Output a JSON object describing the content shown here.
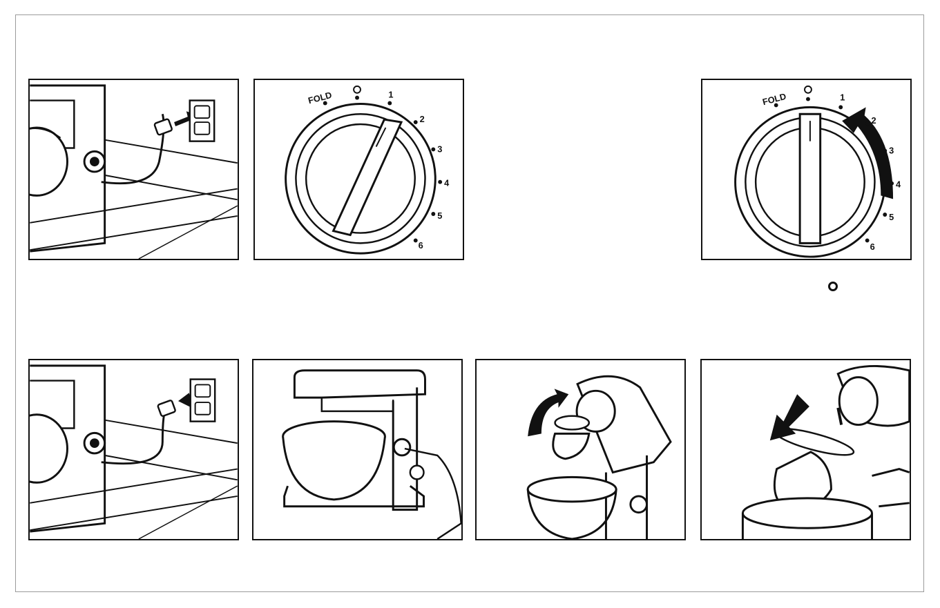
{
  "figures": {
    "dial_top_middle": {
      "labels": {
        "fold": "FOLD",
        "s1": "1",
        "s2": "2",
        "s3": "3",
        "s4": "4",
        "s5": "5",
        "s6": "6"
      }
    },
    "dial_top_right": {
      "labels": {
        "fold": "FOLD",
        "s1": "1",
        "s2": "2",
        "s3": "3",
        "s4": "4",
        "s5": "5",
        "s6": "6"
      }
    }
  },
  "icons": {
    "off_symbol": "circle-off-icon",
    "plug_in_arrow": "arrow-right-icon",
    "unplug_arrow": "arrow-left-icon",
    "turn_arrow": "curved-arrow-icon",
    "tilt_arrow": "curved-arrow-icon",
    "remove_arrow": "arrow-down-left-icon"
  },
  "colors": {
    "ink": "#111111",
    "frame": "#9a9a9a",
    "paper": "#ffffff"
  }
}
